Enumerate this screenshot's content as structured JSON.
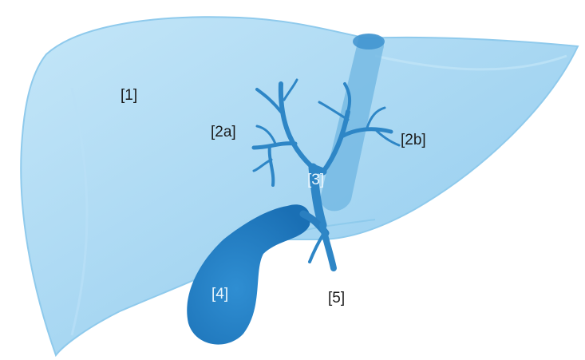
{
  "labels": {
    "liver": "[1]",
    "left_hepatic_duct": "[2a]",
    "right_hepatic_duct": "[2b]",
    "common_hepatic_duct": "[3]",
    "gallbladder": "[4]",
    "common_bile_duct": "[5]"
  },
  "colors": {
    "liver_fill": "#a9d9f4",
    "liver_edge": "#7fc3ea",
    "duct": "#2f86c6",
    "gallbladder": "#1f78c0",
    "label_dark": "#1b1b1b",
    "label_light": "#eaf6fd"
  }
}
